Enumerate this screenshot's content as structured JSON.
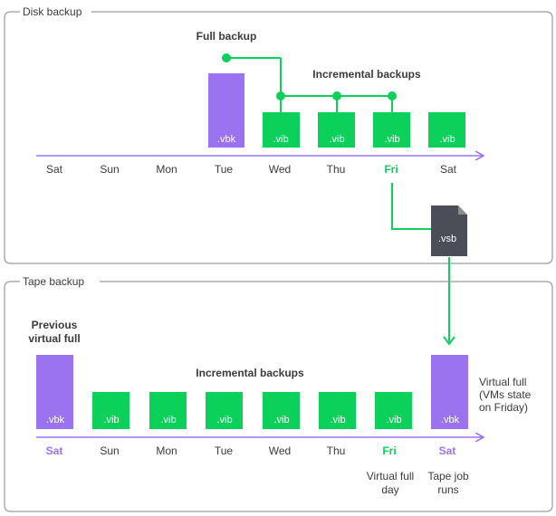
{
  "colors": {
    "green": "#0bd15b",
    "purple": "#9b72f0",
    "dark_file": "#4b4e56",
    "frame": "#9a9a9a",
    "text": "#3b3b3b"
  },
  "disk": {
    "title": "Disk backup",
    "full_label": "Full backup",
    "incremental_label": "Incremental backups",
    "days": [
      "Sat",
      "Sun",
      "Mon",
      "Tue",
      "Wed",
      "Thu",
      "Fri",
      "Sat"
    ],
    "highlight_day": "Fri",
    "files": [
      {
        "label": ".vbk",
        "kind": "full",
        "day": "Tue"
      },
      {
        "label": ".vib",
        "kind": "incremental",
        "day": "Wed"
      },
      {
        "label": ".vib",
        "kind": "incremental",
        "day": "Thu"
      },
      {
        "label": ".vib",
        "kind": "incremental",
        "day": "Fri"
      },
      {
        "label": ".vib",
        "kind": "incremental",
        "day": "Sat"
      }
    ]
  },
  "vsb_file": {
    "label": ".vsb",
    "icon": "file-icon"
  },
  "tape": {
    "title": "Tape backup",
    "previous_label_line1": "Previous",
    "previous_label_line2": "virtual full",
    "incremental_label": "Incremental backups",
    "virtual_full_note_line1": "Virtual full",
    "virtual_full_note_line2": "(VMs state",
    "virtual_full_note_line3": "on Friday)",
    "days": [
      "Sat",
      "Sun",
      "Mon",
      "Tue",
      "Wed",
      "Thu",
      "Fri",
      "Sat"
    ],
    "files": [
      {
        "label": ".vbk",
        "kind": "full"
      },
      {
        "label": ".vib",
        "kind": "incremental"
      },
      {
        "label": ".vib",
        "kind": "incremental"
      },
      {
        "label": ".vib",
        "kind": "incremental"
      },
      {
        "label": ".vib",
        "kind": "incremental"
      },
      {
        "label": ".vib",
        "kind": "incremental"
      },
      {
        "label": ".vib",
        "kind": "incremental"
      },
      {
        "label": ".vbk",
        "kind": "full"
      }
    ],
    "fri_note_line1": "Virtual full",
    "fri_note_line2": "day",
    "sat_note_line1": "Tape job",
    "sat_note_line2": "runs"
  }
}
